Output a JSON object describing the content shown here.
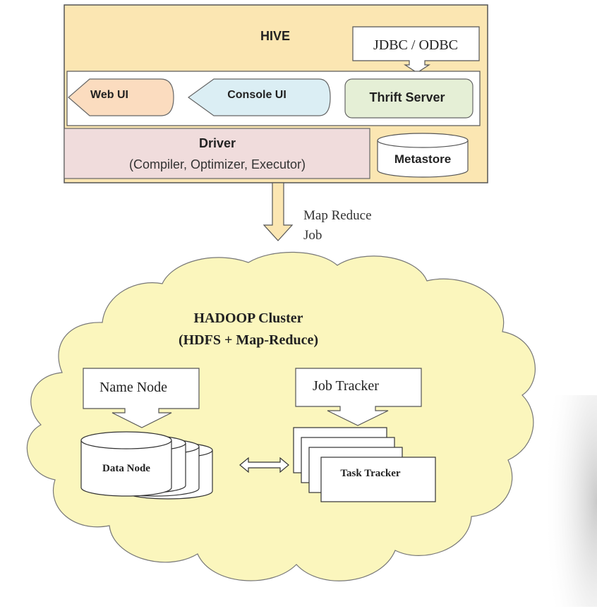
{
  "hive": {
    "title": "HIVE",
    "jdbc_label": "JDBC / ODBC",
    "web_ui_label": "Web UI",
    "console_ui_label": "Console UI",
    "thrift_server_label": "Thrift Server",
    "driver_title": "Driver",
    "driver_subtitle": "(Compiler, Optimizer, Executor)",
    "metastore_label": "Metastore"
  },
  "connector": {
    "line1": "Map Reduce",
    "line2": "Job"
  },
  "hadoop": {
    "title_line1": "HADOOP Cluster",
    "title_line2": "(HDFS + Map-Reduce)",
    "name_node_label": "Name Node",
    "job_tracker_label": "Job Tracker",
    "data_node_label": "Data Node",
    "task_tracker_label": "Task Tracker"
  },
  "colors": {
    "hive_bg": "#fbe6b2",
    "web_ui_fill": "#fbdcbf",
    "console_ui_fill": "#dbeef4",
    "thrift_fill": "#e5efd6",
    "driver_fill": "#f0dcdc",
    "cloud_fill": "#fbf6bd",
    "stroke": "#555555"
  }
}
